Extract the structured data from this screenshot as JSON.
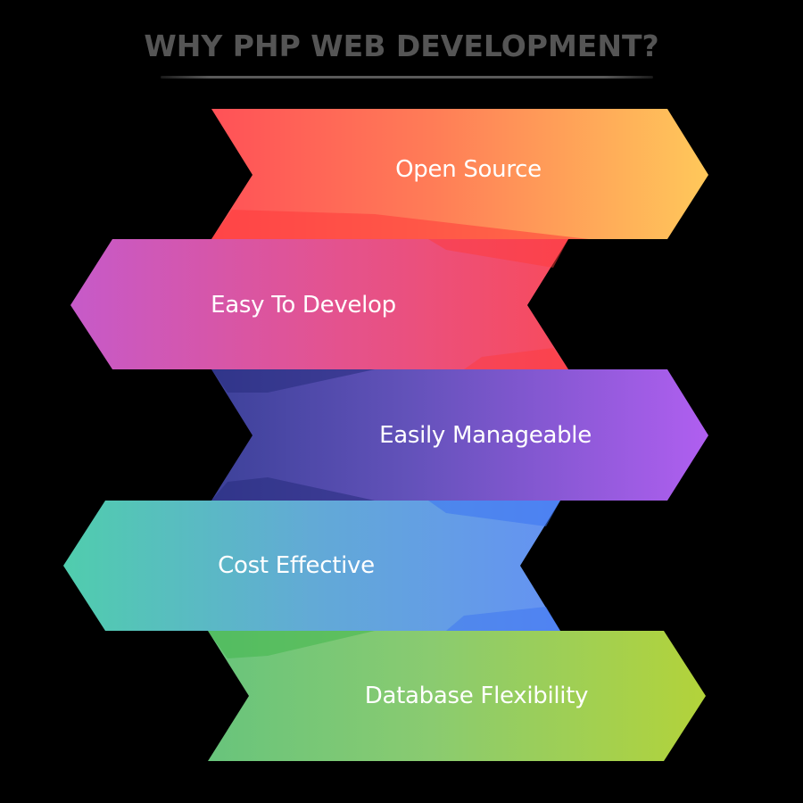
{
  "header": {
    "title": "WHY PHP WEB DEVELOPMENT?"
  },
  "colors": {
    "background": "#000000",
    "title": "#555555",
    "text": "#ffffff"
  },
  "items": [
    {
      "label": "Open Source",
      "direction": "right",
      "gradient": [
        "#FF5157",
        "#FF7A55",
        "#FFC55A"
      ]
    },
    {
      "label": "Easy To Develop",
      "direction": "left",
      "gradient": [
        "#C55BC8",
        "#E2548F",
        "#F94854"
      ]
    },
    {
      "label": "Easily Manageable",
      "direction": "right",
      "gradient": [
        "#3B3F98",
        "#6A52C0",
        "#AE5EEE"
      ]
    },
    {
      "label": "Cost Effective",
      "direction": "left",
      "gradient": [
        "#51CCAE",
        "#63A6DB",
        "#6694F5"
      ]
    },
    {
      "label": "Database Flexibility",
      "direction": "right",
      "gradient": [
        "#6CC77A",
        "#8CCB6E",
        "#B0D23E"
      ]
    }
  ]
}
